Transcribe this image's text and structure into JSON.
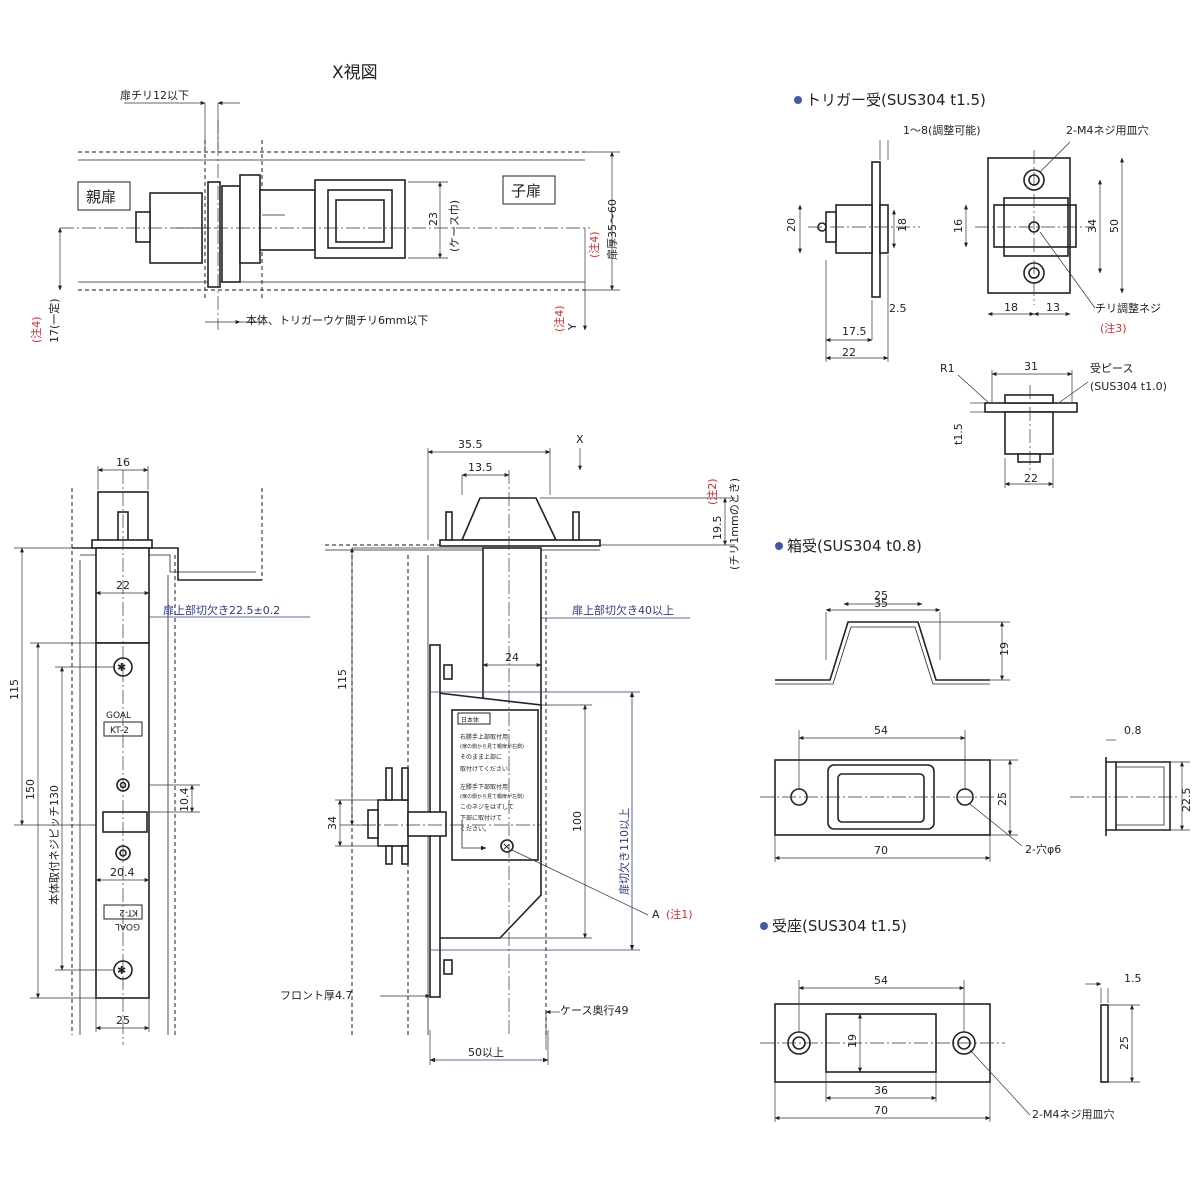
{
  "views": {
    "x_view": {
      "title": "X視図",
      "labels": {
        "door_clearance": "扉チリ12以下",
        "parent_door": "親扉",
        "child_door": "子扉",
        "case_width_dim": "23",
        "case_width_note": "(ケース巾)",
        "door_thickness": "扉厚35～60",
        "note4": "(注4)",
        "fixed_17": "17(一定)",
        "body_trigger_clearance": "本体、トリガーウケ間チリ6mm以下",
        "y_label": "Y"
      }
    },
    "trigger_receiver": {
      "title": "トリガー受(SUS304 t1.5)",
      "labels": {
        "adjust": "1～8(調整可能)",
        "screw_holes": "2-M4ネジ用皿穴",
        "d20": "20",
        "d18": "18",
        "d2_5": "2.5",
        "d17_5": "17.5",
        "d22": "22",
        "d16": "16",
        "d34": "34",
        "d50": "50",
        "d18b": "18",
        "d13": "13",
        "adjust_screw": "チリ調整ネジ",
        "note3": "(注3)"
      }
    },
    "receiver_piece": {
      "labels": {
        "r1": "R1",
        "d31": "31",
        "piece": "受ピース",
        "piece_mat": "(SUS304 t1.0)",
        "t1_5": "t1.5",
        "d22": "22"
      }
    },
    "box_receiver": {
      "title": "箱受(SUS304 t0.8)",
      "labels": {
        "d35": "35",
        "d25": "25",
        "d19": "19",
        "d54": "54",
        "d0_8": "0.8",
        "d25b": "25",
        "d22_5": "22.5",
        "d70": "70",
        "holes": "2-穴φ6"
      }
    },
    "seat": {
      "title": "受座(SUS304 t1.5)",
      "labels": {
        "d54": "54",
        "d1_5": "1.5",
        "d19": "19",
        "d25": "25",
        "d36": "36",
        "d70": "70",
        "holes": "2-M4ネジ用皿穴"
      }
    },
    "front_view": {
      "labels": {
        "d16": "16",
        "d22": "22",
        "top_cut": "扉上部切欠き22.5±0.2",
        "d115": "115",
        "d150": "150",
        "pitch": "本体取付ネジピッチ130",
        "d10_4": "10.4",
        "d20_4": "20.4",
        "d25": "25",
        "brand1": "GOAL",
        "brand2": "KT-2"
      }
    },
    "side_view": {
      "labels": {
        "d35_5": "35.5",
        "x_label": "X",
        "d13_5": "13.5",
        "note2": "(注2)",
        "d19_5": "19.5",
        "d19_5_note": "(チリ1mmのとき)",
        "top_cut": "扉上部切欠き40以上",
        "d115": "115",
        "d24": "24",
        "d34": "34",
        "d100": "100",
        "door_cut": "扉切欠き110以上",
        "a_label": "A",
        "note1": "(注1)",
        "front_thk": "フロント厚4.7",
        "case_depth": "ケース奥行49",
        "d50": "50以上",
        "sticker": [
          "日本体",
          "右勝手上部取付用",
          "(扉の側から見て親扉が右側)",
          "そのまま上部に",
          "取付けてください。",
          "左勝手下部取付用",
          "(扉の側から見て親扉が左側)",
          "このネジをはずして",
          "下部に取付けて",
          "ください。"
        ]
      }
    }
  }
}
